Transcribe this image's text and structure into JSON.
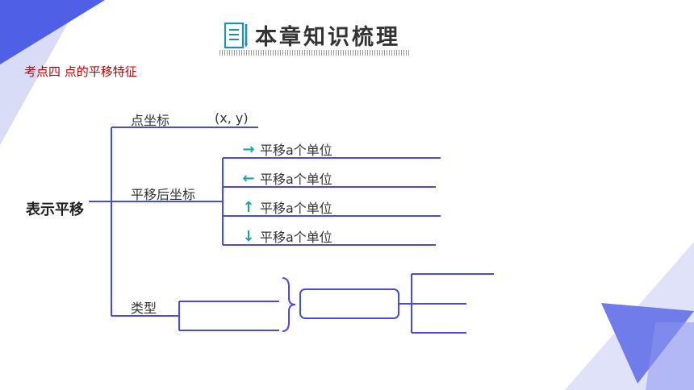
{
  "header": {
    "title": "本章知识梳理"
  },
  "section": {
    "heading": "考点四  点的平移特征"
  },
  "diagram": {
    "root": "表示平移",
    "branches": {
      "point_coord": "点坐标",
      "coord_value": "(x,  y)",
      "translated_coord": "平移后坐标",
      "types": "类型"
    },
    "moves": [
      {
        "arrow": "→",
        "label": "平移a个单位"
      },
      {
        "arrow": "←",
        "label": "平移a个单位"
      },
      {
        "arrow": "↑",
        "label": "平移a个单位"
      },
      {
        "arrow": "↓",
        "label": "平移a个单位"
      }
    ]
  },
  "colors": {
    "line": "#4a4ae0",
    "decor_dark": "#4f5fe6",
    "decor_light": "#d6daf6",
    "heading_red": "#c00000",
    "arrow_teal": "#1aa3a6"
  }
}
